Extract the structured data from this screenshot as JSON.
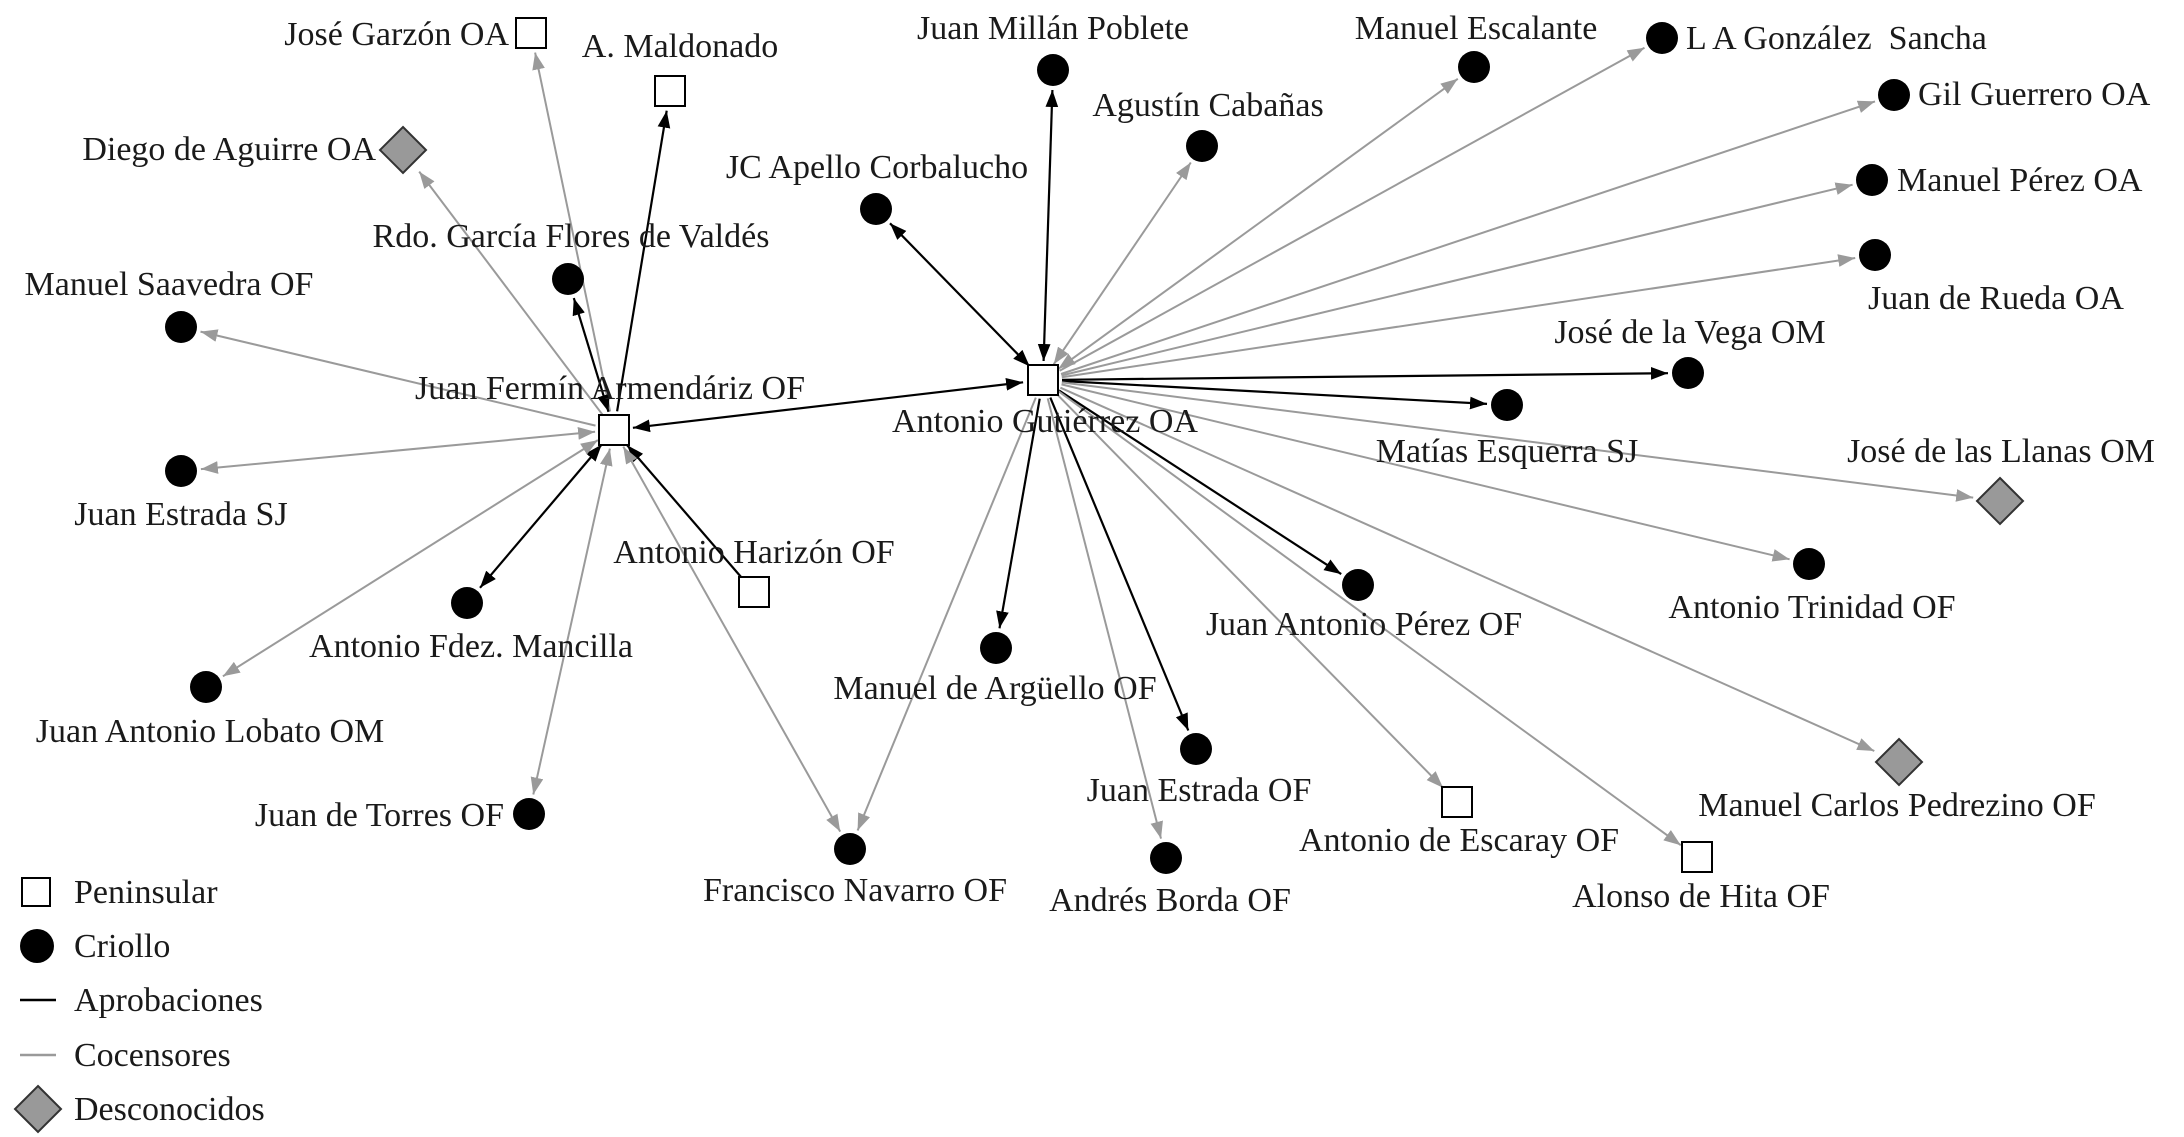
{
  "legend": {
    "peninsular": "Peninsular",
    "criollo": "Criollo",
    "aprobaciones": "Aprobaciones",
    "cocensores": "Cocensores",
    "desconocidos": "Desconocidos"
  },
  "colors": {
    "aprobacion": "#000000",
    "cocensor": "#9a9a9a",
    "desconocido": "#999999",
    "peninsular_fill": "#ffffff",
    "criollo_fill": "#000000"
  },
  "nodes": [
    {
      "id": "armendariz",
      "label": "Juan Fermín Armendáriz OF",
      "category": "peninsular"
    },
    {
      "id": "gutierrez",
      "label": "Antonio Gutiérrez OA",
      "category": "peninsular"
    },
    {
      "id": "garzon",
      "label": "José Garzón OA",
      "category": "peninsular"
    },
    {
      "id": "maldonado",
      "label": "A. Maldonado",
      "category": "peninsular"
    },
    {
      "id": "aguirre",
      "label": "Diego de Aguirre OA",
      "category": "desconocido"
    },
    {
      "id": "garcia_flores",
      "label": "Rdo. García Flores de Valdés",
      "category": "criollo"
    },
    {
      "id": "saavedra",
      "label": "Manuel Saavedra OF",
      "category": "criollo"
    },
    {
      "id": "estrada_sj",
      "label": "Juan Estrada SJ",
      "category": "criollo"
    },
    {
      "id": "harizon",
      "label": "Antonio Harizón OF",
      "category": "peninsular"
    },
    {
      "id": "mancilla",
      "label": "Antonio Fdez. Mancilla",
      "category": "criollo"
    },
    {
      "id": "lobato",
      "label": "Juan Antonio Lobato OM",
      "category": "criollo"
    },
    {
      "id": "torres",
      "label": "Juan de Torres OF",
      "category": "criollo"
    },
    {
      "id": "navarro",
      "label": "Francisco Navarro OF",
      "category": "criollo"
    },
    {
      "id": "millan",
      "label": "Juan Millán Poblete",
      "category": "criollo"
    },
    {
      "id": "cabanas",
      "label": "Agustín Cabañas",
      "category": "criollo"
    },
    {
      "id": "apello",
      "label": "JC Apello Corbalucho",
      "category": "criollo"
    },
    {
      "id": "escalante",
      "label": "Manuel Escalante",
      "category": "criollo"
    },
    {
      "id": "gonzalez",
      "label": "L A González  Sancha",
      "category": "criollo"
    },
    {
      "id": "guerrero",
      "label": "Gil Guerrero OA",
      "category": "criollo"
    },
    {
      "id": "perez_oa",
      "label": "Manuel Pérez OA",
      "category": "criollo"
    },
    {
      "id": "rueda",
      "label": "Juan de Rueda OA",
      "category": "criollo"
    },
    {
      "id": "vega",
      "label": "José de la Vega OM",
      "category": "criollo"
    },
    {
      "id": "esquerra",
      "label": "Matías Esquerra SJ",
      "category": "criollo"
    },
    {
      "id": "llanas",
      "label": "José de las Llanas OM",
      "category": "desconocido"
    },
    {
      "id": "trinidad",
      "label": "Antonio Trinidad OF",
      "category": "criollo"
    },
    {
      "id": "perez_of",
      "label": "Juan Antonio Pérez OF",
      "category": "criollo"
    },
    {
      "id": "arguello",
      "label": "Manuel de Argüello OF",
      "category": "criollo"
    },
    {
      "id": "estrada_of",
      "label": "Juan Estrada OF",
      "category": "criollo"
    },
    {
      "id": "escaray",
      "label": "Antonio de Escaray OF",
      "category": "peninsular"
    },
    {
      "id": "pedrezino",
      "label": "Manuel Carlos Pedrezino OF",
      "category": "desconocido"
    },
    {
      "id": "hita",
      "label": "Alonso de Hita OF",
      "category": "peninsular"
    },
    {
      "id": "borda",
      "label": "Andrés Borda OF",
      "category": "criollo"
    }
  ],
  "edges": [
    {
      "source": "armendariz",
      "target": "gutierrez",
      "type": "aprobacion",
      "arrows": "both"
    },
    {
      "source": "armendariz",
      "target": "garzon",
      "type": "cocensor",
      "arrows": "end"
    },
    {
      "source": "armendariz",
      "target": "maldonado",
      "type": "aprobacion",
      "arrows": "end"
    },
    {
      "source": "armendariz",
      "target": "aguirre",
      "type": "cocensor",
      "arrows": "end"
    },
    {
      "source": "armendariz",
      "target": "garcia_flores",
      "type": "aprobacion",
      "arrows": "both"
    },
    {
      "source": "armendariz",
      "target": "saavedra",
      "type": "cocensor",
      "arrows": "end"
    },
    {
      "source": "armendariz",
      "target": "estrada_sj",
      "type": "cocensor",
      "arrows": "both"
    },
    {
      "source": "harizon",
      "target": "armendariz",
      "type": "aprobacion",
      "arrows": "end"
    },
    {
      "source": "armendariz",
      "target": "mancilla",
      "type": "aprobacion",
      "arrows": "both"
    },
    {
      "source": "armendariz",
      "target": "lobato",
      "type": "cocensor",
      "arrows": "both"
    },
    {
      "source": "armendariz",
      "target": "torres",
      "type": "cocensor",
      "arrows": "both"
    },
    {
      "source": "armendariz",
      "target": "navarro",
      "type": "cocensor",
      "arrows": "both"
    },
    {
      "source": "gutierrez",
      "target": "millan",
      "type": "aprobacion",
      "arrows": "both"
    },
    {
      "source": "gutierrez",
      "target": "cabanas",
      "type": "cocensor",
      "arrows": "both"
    },
    {
      "source": "gutierrez",
      "target": "apello",
      "type": "aprobacion",
      "arrows": "both"
    },
    {
      "source": "gutierrez",
      "target": "escalante",
      "type": "cocensor",
      "arrows": "both"
    },
    {
      "source": "gutierrez",
      "target": "gonzalez",
      "type": "cocensor",
      "arrows": "end"
    },
    {
      "source": "gutierrez",
      "target": "guerrero",
      "type": "cocensor",
      "arrows": "end"
    },
    {
      "source": "gutierrez",
      "target": "perez_oa",
      "type": "cocensor",
      "arrows": "end"
    },
    {
      "source": "gutierrez",
      "target": "rueda",
      "type": "cocensor",
      "arrows": "end"
    },
    {
      "source": "gutierrez",
      "target": "vega",
      "type": "aprobacion",
      "arrows": "end"
    },
    {
      "source": "gutierrez",
      "target": "esquerra",
      "type": "aprobacion",
      "arrows": "end"
    },
    {
      "source": "gutierrez",
      "target": "llanas",
      "type": "cocensor",
      "arrows": "end"
    },
    {
      "source": "gutierrez",
      "target": "trinidad",
      "type": "cocensor",
      "arrows": "end"
    },
    {
      "source": "gutierrez",
      "target": "perez_of",
      "type": "aprobacion",
      "arrows": "end"
    },
    {
      "source": "gutierrez",
      "target": "arguello",
      "type": "aprobacion",
      "arrows": "end"
    },
    {
      "source": "gutierrez",
      "target": "estrada_of",
      "type": "aprobacion",
      "arrows": "end"
    },
    {
      "source": "gutierrez",
      "target": "escaray",
      "type": "cocensor",
      "arrows": "end"
    },
    {
      "source": "gutierrez",
      "target": "pedrezino",
      "type": "cocensor",
      "arrows": "end"
    },
    {
      "source": "gutierrez",
      "target": "hita",
      "type": "cocensor",
      "arrows": "end"
    },
    {
      "source": "gutierrez",
      "target": "borda",
      "type": "cocensor",
      "arrows": "end"
    },
    {
      "source": "gutierrez",
      "target": "navarro",
      "type": "cocensor",
      "arrows": "end"
    }
  ]
}
